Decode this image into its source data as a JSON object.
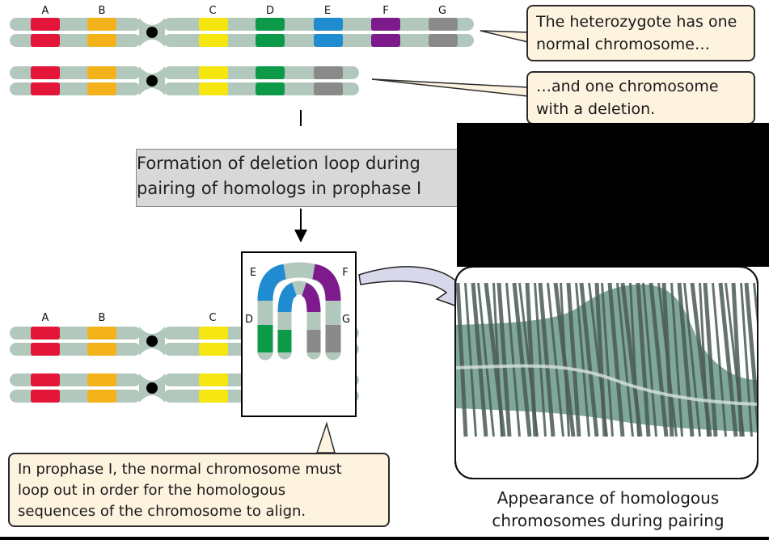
{
  "colors": {
    "background": "#ffffff",
    "chromosome_body": "#b3c8bd",
    "centromere": "#000000",
    "gene_A": "#e3163a",
    "gene_B": "#f4b21a",
    "gene_C": "#f5e60f",
    "gene_D": "#0d9a48",
    "gene_E": "#1f8bd0",
    "gene_F": "#7d1b8d",
    "gene_G": "#8a8a8a",
    "callout_fill": "#fdf3df",
    "process_box_fill": "#d8d8d8",
    "arrow_fill": "#d7d8ea"
  },
  "top_panel": {
    "gene_labels": [
      "A",
      "B",
      "C",
      "D",
      "E",
      "F",
      "G"
    ],
    "callout_normal": {
      "line1": "The heterozygote has one",
      "line2": "normal chromosome…"
    },
    "callout_deletion": {
      "line1": "…and one chromosome",
      "line2": "with a deletion."
    }
  },
  "process_step": {
    "line1": "Formation of deletion loop during",
    "line2": "pairing of homologs in prophase I"
  },
  "bottom_panel": {
    "gene_labels_left": [
      "A",
      "B",
      "C"
    ],
    "loop_labels": [
      "D",
      "E",
      "F",
      "G"
    ],
    "callout_prophase": {
      "line1": "In prophase I, the normal chromosome must",
      "line2": "loop out in order for the homologous",
      "line3": "sequences of the chromosome to align."
    }
  },
  "micrograph": {
    "caption_line1": "Appearance of homologous",
    "caption_line2": "chromosomes during pairing"
  }
}
